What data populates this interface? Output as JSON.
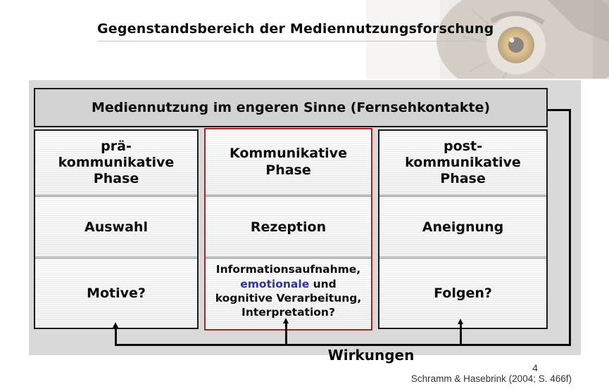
{
  "title": "Gegenstandsbereich der Mediennutzungsforschung",
  "diagram": {
    "header": "Mediennutzung im engeren Sinne (Fernsehkontakte)",
    "columns": [
      {
        "phase": "prä-kommunikative Phase",
        "action": "Auswahl",
        "question": "Motive?"
      },
      {
        "phase": "Kommunikative Phase",
        "action": "Rezeption"
      },
      {
        "phase": "post-kommunikative Phase",
        "action": "Aneignung",
        "question": "Folgen?"
      }
    ],
    "middle_question": {
      "line1": "Informationsaufnahme,",
      "emphasis": "emotionale",
      "line2_rest": " und",
      "line3": "kognitive Verarbeitung,",
      "line4": "Interpretation?"
    },
    "feedback_label": "Wirkungen"
  },
  "footer": {
    "page_number": "4",
    "citation": "Schramm & Hasebrink (2004; S. 466f)"
  },
  "colors": {
    "accent_red": "#9e2626",
    "accent_red_light": "#f1a2a2",
    "emphasis_blue": "#333399",
    "panel_gray": "#d9d9d9",
    "header_gray": "#d2d2d2"
  }
}
